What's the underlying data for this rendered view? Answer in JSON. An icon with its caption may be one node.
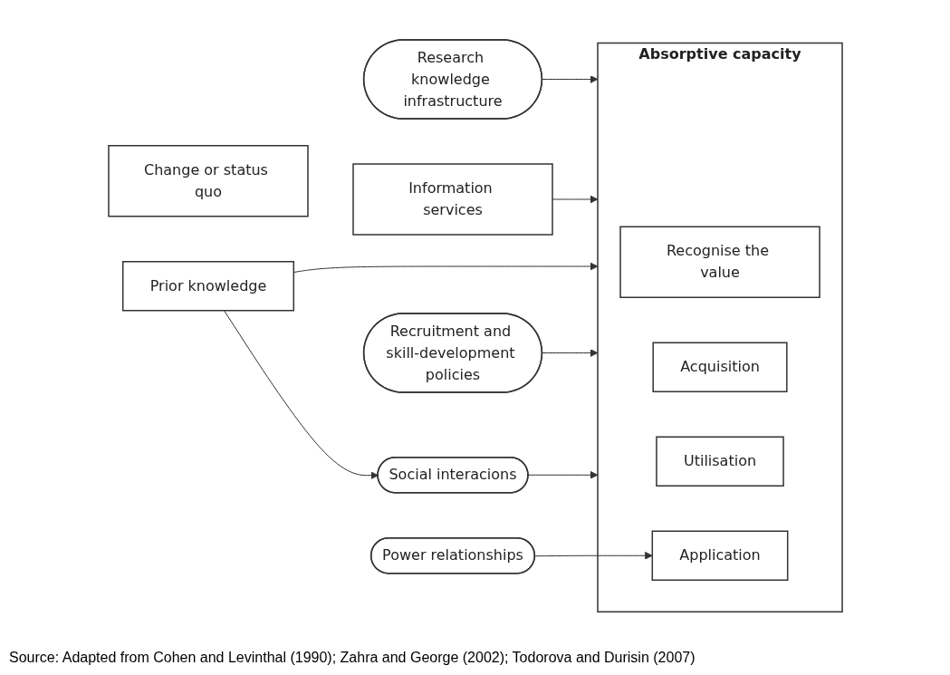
{
  "diagram": {
    "nodes": [
      {
        "text": [
          "Research knowledge infrastructure"
        ]
      },
      {
        "text": [
          "Information services"
        ]
      },
      {
        "text": [
          "Absorptive capacity"
        ]
      },
      {
        "text": [
          "Recognise the value"
        ],
        "in": 2
      },
      {
        "text": [
          "Acquisition"
        ],
        "in": 2
      },
      {
        "text": [
          "Utilisation"
        ],
        "in": 2
      },
      {
        "text": [
          "Application"
        ],
        "in": 2
      },
      {
        "text": [
          "Change or status quo"
        ]
      },
      {
        "text": [
          "Prior knowledge"
        ]
      },
      {
        "text": [
          "Recruitment and skill-development policies"
        ]
      },
      {
        "text": [
          "Social interacions"
        ]
      },
      {
        "text": [
          "Power relationships"
        ]
      }
    ],
    "edges": [
      {
        "from": 0,
        "to": 2,
        "arrow": "to"
      },
      {
        "from": 1,
        "to": 2,
        "arrow": "to"
      },
      {
        "from": 8,
        "to": 2,
        "arrow": "to"
      },
      {
        "from": 9,
        "to": 2,
        "arrow": "to"
      },
      {
        "from": 10,
        "to": 2,
        "arrow": "to"
      },
      {
        "from": 11,
        "to": 6,
        "arrow": "to"
      },
      {
        "from": 8,
        "to": 10,
        "arrow": "to"
      }
    ],
    "caption": "Source: Adapted from Cohen and Levinthal (1990); Zahra and George (2002); Todorova and Durisin (2007)"
  }
}
